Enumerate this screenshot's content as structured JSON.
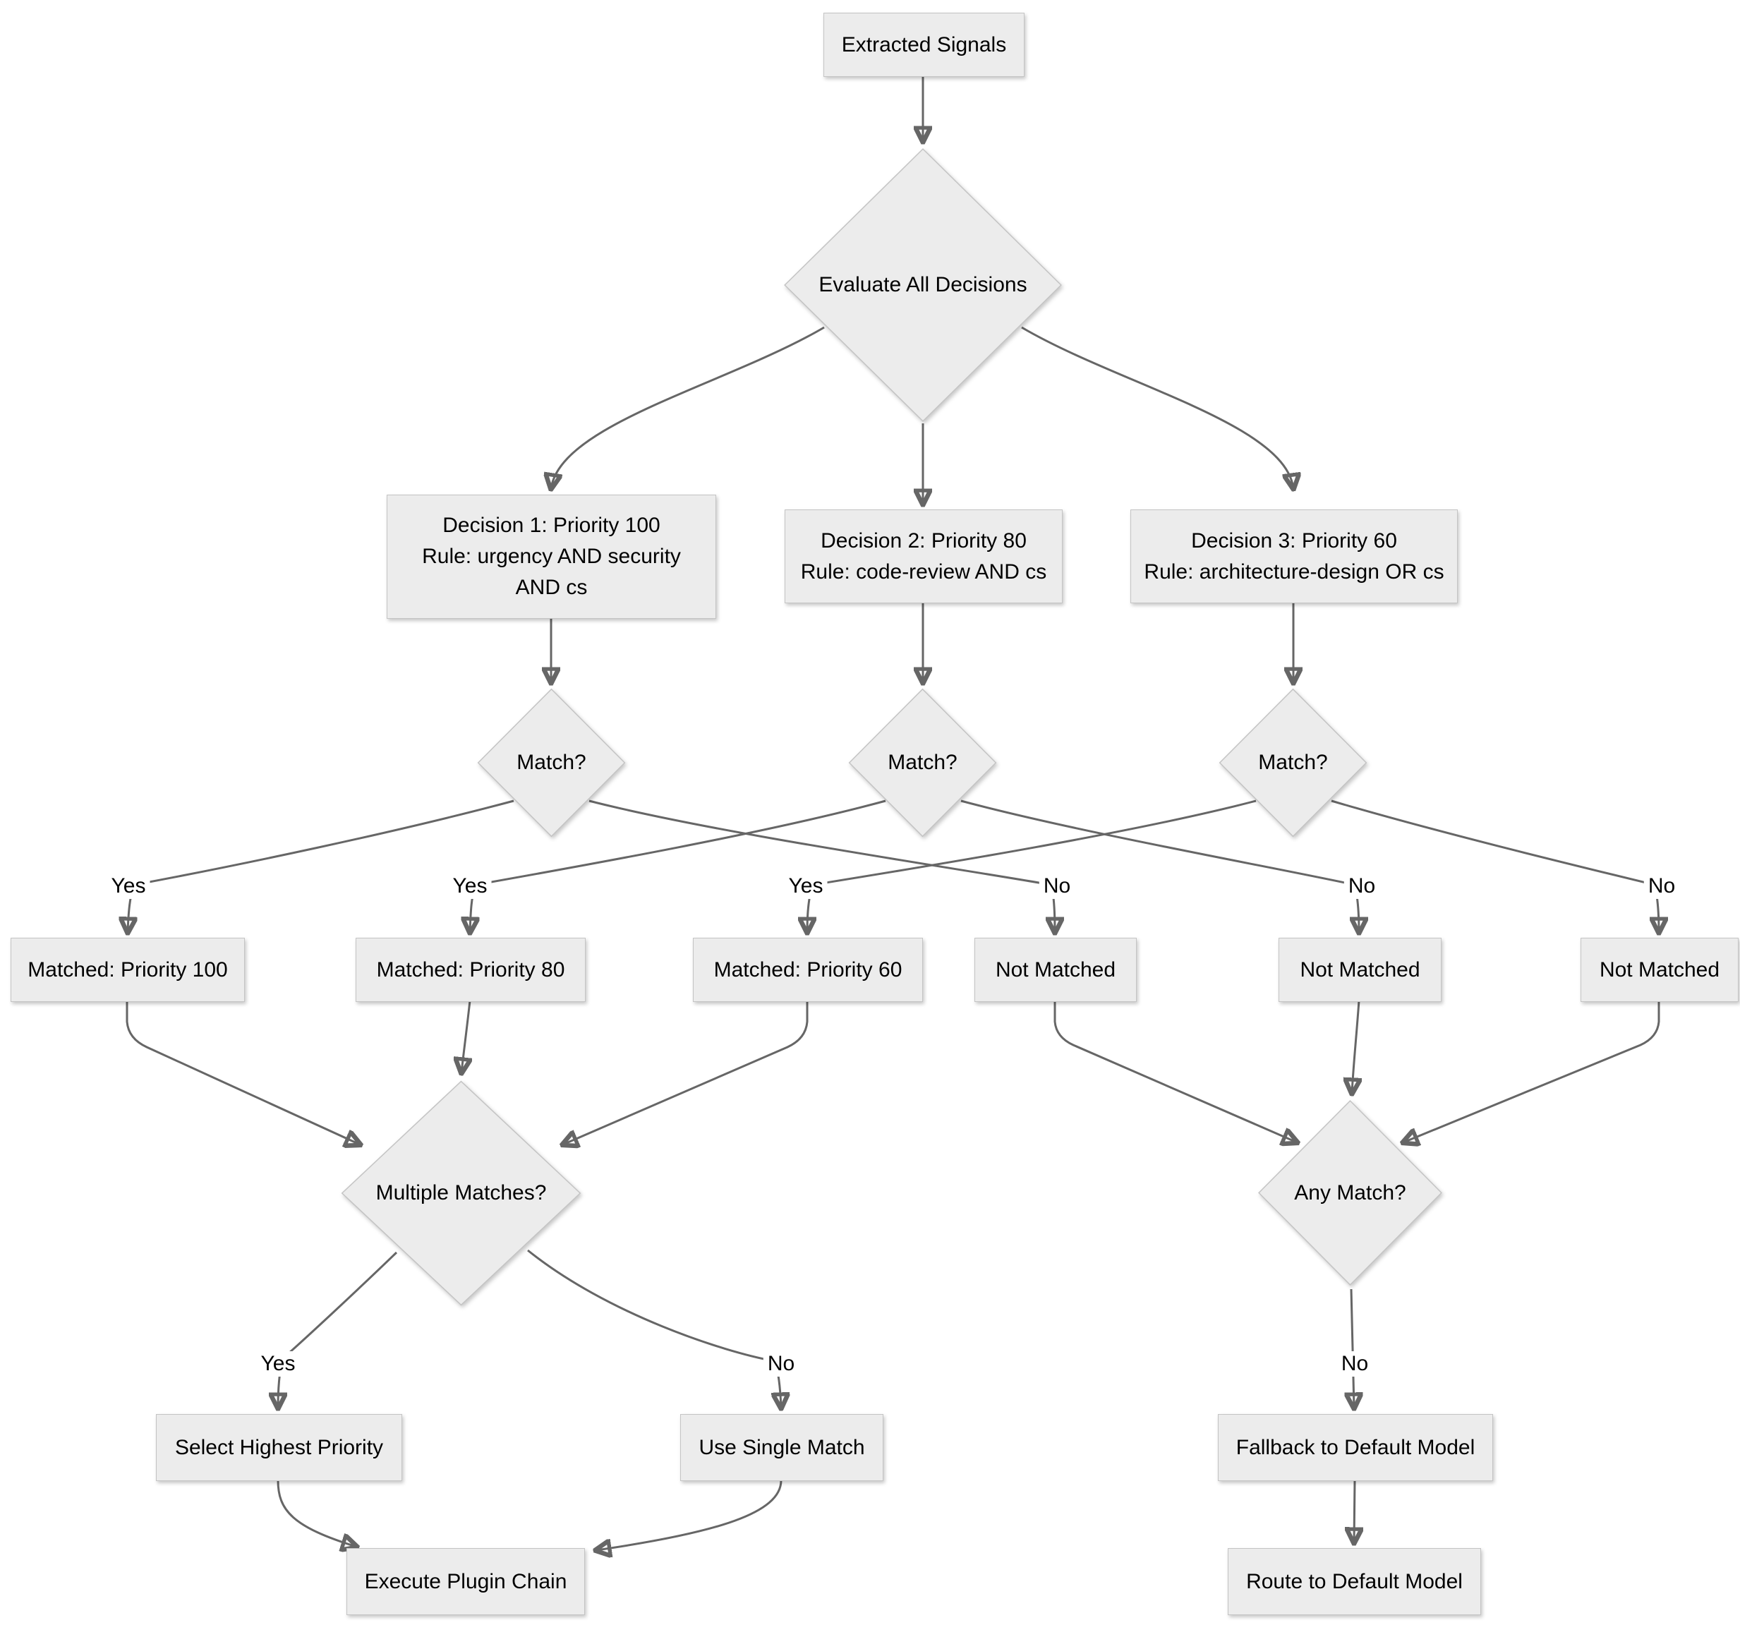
{
  "flowchart": {
    "colors": {
      "background": "#ffffff",
      "node_fill": "#ececec",
      "node_border": "#c4c4c4",
      "edge": "#666666",
      "text": "#000000"
    },
    "nodes": {
      "extracted_signals": {
        "label": "Extracted Signals"
      },
      "evaluate_all_decisions": {
        "label": "Evaluate All Decisions"
      },
      "decision_1": {
        "lines": [
          "Decision 1: Priority 100",
          "Rule: urgency AND security",
          "AND cs"
        ]
      },
      "decision_2": {
        "lines": [
          "Decision 2: Priority 80",
          "Rule: code-review AND cs"
        ]
      },
      "decision_3": {
        "lines": [
          "Decision 3: Priority 60",
          "Rule: architecture-design OR cs"
        ]
      },
      "match_1": {
        "label": "Match?"
      },
      "match_2": {
        "label": "Match?"
      },
      "match_3": {
        "label": "Match?"
      },
      "matched_100": {
        "label": "Matched: Priority 100"
      },
      "matched_80": {
        "label": "Matched: Priority 80"
      },
      "matched_60": {
        "label": "Matched: Priority 60"
      },
      "not_matched_1": {
        "label": "Not Matched"
      },
      "not_matched_2": {
        "label": "Not Matched"
      },
      "not_matched_3": {
        "label": "Not Matched"
      },
      "multiple_matches": {
        "label": "Multiple Matches?"
      },
      "any_match": {
        "label": "Any Match?"
      },
      "select_highest_priority": {
        "label": "Select Highest Priority"
      },
      "use_single_match": {
        "label": "Use Single Match"
      },
      "fallback_default": {
        "label": "Fallback to Default Model"
      },
      "execute_plugin_chain": {
        "label": "Execute Plugin Chain"
      },
      "route_default": {
        "label": "Route to Default Model"
      }
    },
    "edge_labels": {
      "yes": "Yes",
      "no": "No"
    }
  }
}
